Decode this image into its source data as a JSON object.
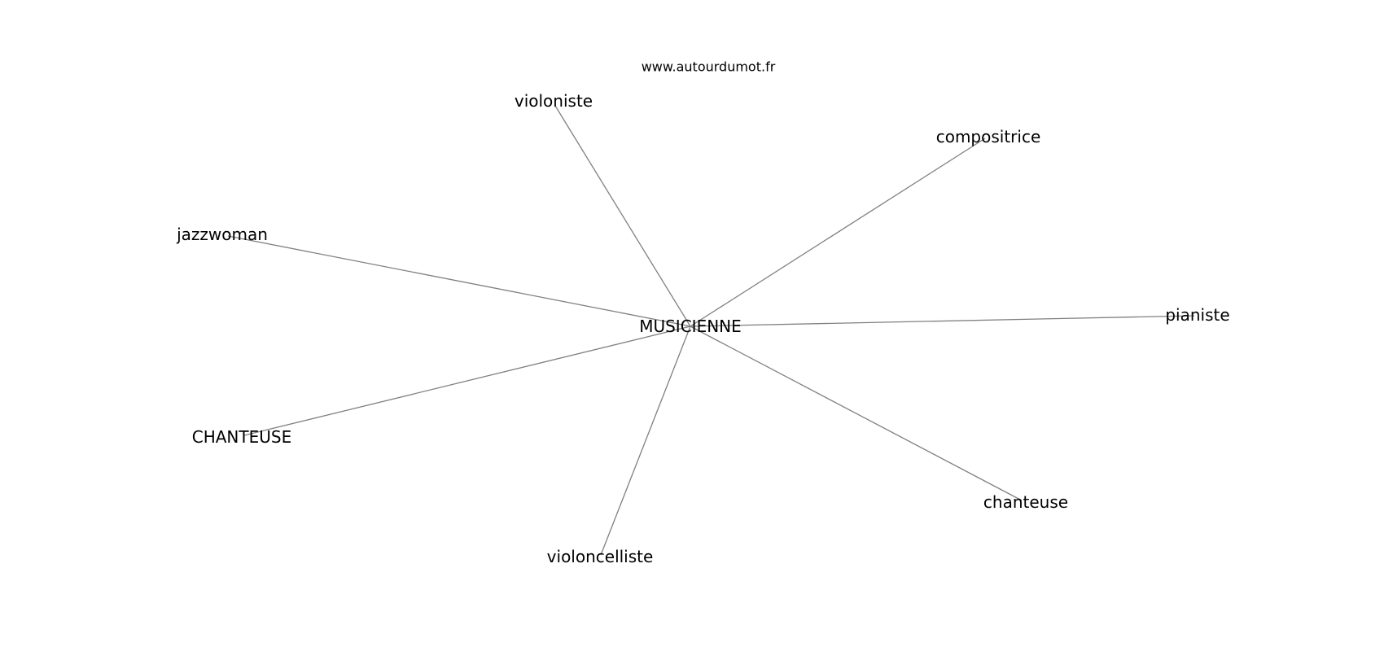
{
  "watermark": "www.autourdumot.fr",
  "colors": {
    "edge": "#808080",
    "text": "#000000",
    "background": "#ffffff"
  },
  "center": {
    "id": "center",
    "label": "MUSICIENNE"
  },
  "nodes": [
    {
      "id": "violoniste",
      "label": "violoniste"
    },
    {
      "id": "compositrice",
      "label": "compositrice"
    },
    {
      "id": "jazzwoman",
      "label": "jazzwoman"
    },
    {
      "id": "pianiste",
      "label": "pianiste"
    },
    {
      "id": "chanteuse-upper",
      "label": "CHANTEUSE"
    },
    {
      "id": "chanteuse",
      "label": "chanteuse"
    },
    {
      "id": "violoncelliste",
      "label": "violoncelliste"
    }
  ],
  "edges": [
    {
      "from": "center",
      "to": "violoniste"
    },
    {
      "from": "center",
      "to": "compositrice"
    },
    {
      "from": "center",
      "to": "jazzwoman"
    },
    {
      "from": "center",
      "to": "pianiste"
    },
    {
      "from": "center",
      "to": "chanteuse-upper"
    },
    {
      "from": "center",
      "to": "chanteuse"
    },
    {
      "from": "center",
      "to": "violoncelliste"
    }
  ]
}
